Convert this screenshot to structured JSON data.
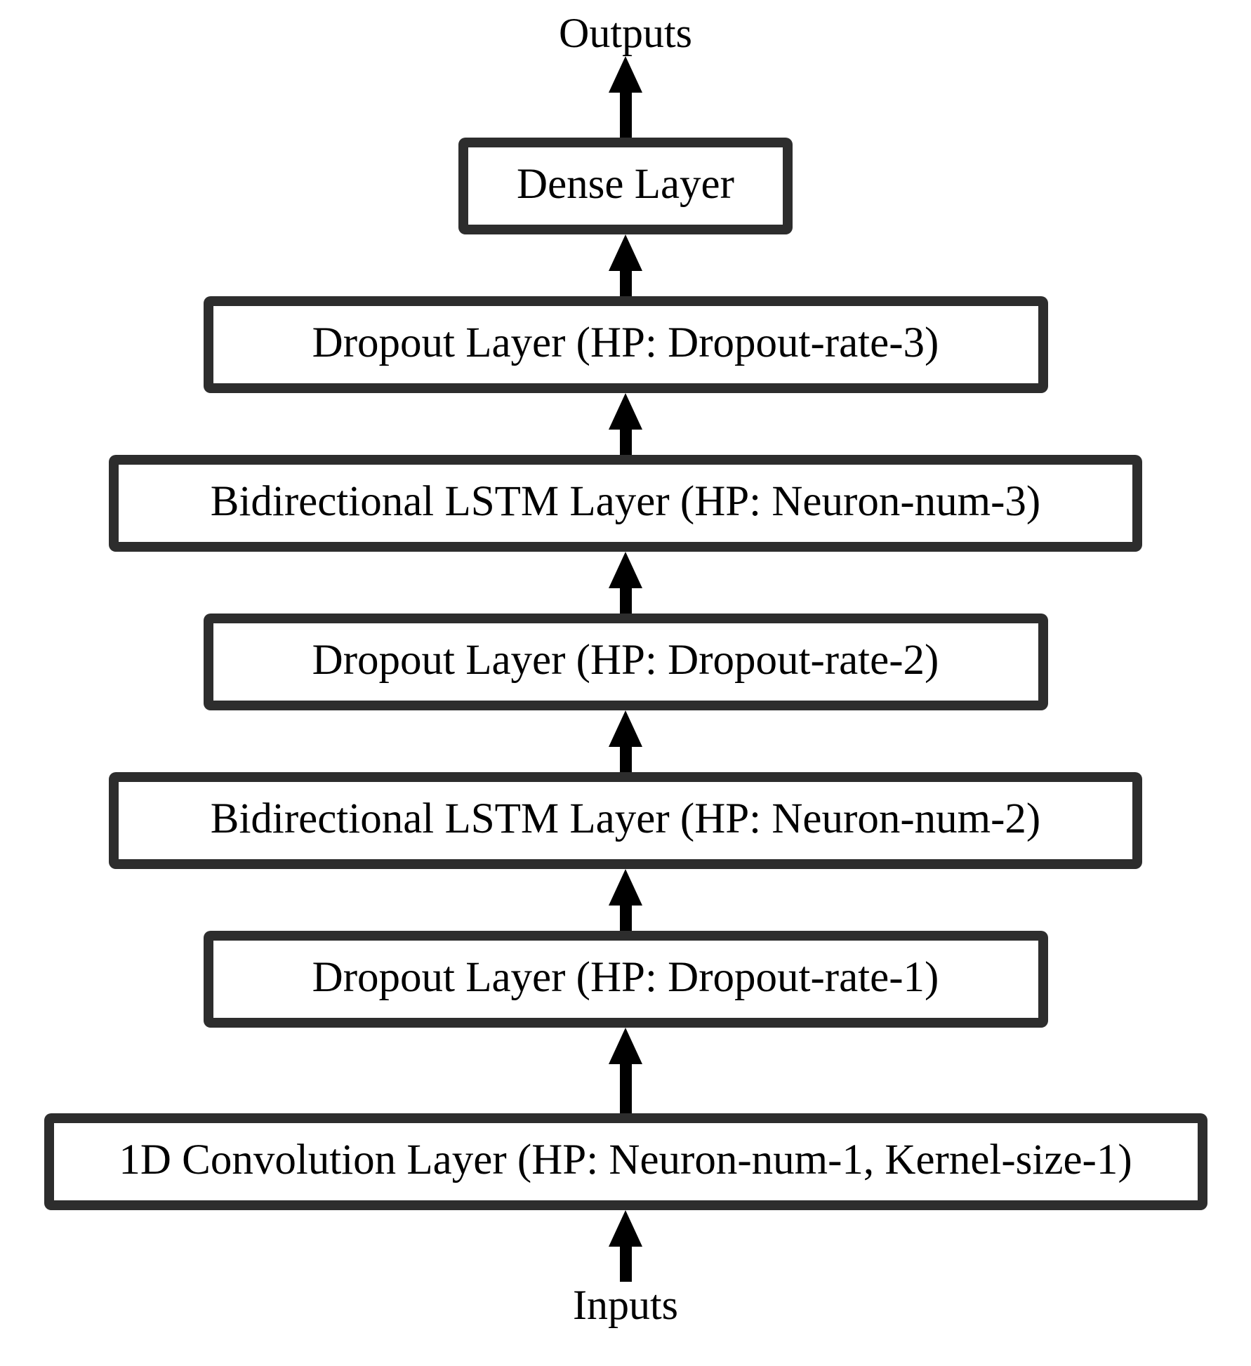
{
  "diagram": {
    "type": "vertical-flow-architecture",
    "outputs_label": "Outputs",
    "inputs_label": "Inputs",
    "flow_direction": "bottom-to-top",
    "arrow_icon": "arrow-up-icon",
    "layers_top_to_bottom": [
      {
        "label": "Dense Layer",
        "width_tier": "small"
      },
      {
        "label": "Dropout Layer (HP: Dropout-rate-3)",
        "width_tier": "medium"
      },
      {
        "label": "Bidirectional LSTM Layer (HP: Neuron-num-3)",
        "width_tier": "large"
      },
      {
        "label": "Dropout Layer (HP: Dropout-rate-2)",
        "width_tier": "medium"
      },
      {
        "label": "Bidirectional LSTM Layer (HP: Neuron-num-2)",
        "width_tier": "large"
      },
      {
        "label": "Dropout Layer (HP: Dropout-rate-1)",
        "width_tier": "medium"
      },
      {
        "label": "1D Convolution Layer (HP: Neuron-num-1, Kernel-size-1)",
        "width_tier": "xlarge"
      }
    ],
    "colors": {
      "background": "#ffffff",
      "box_border": "#2d2d2d",
      "box_fill": "#ffffff",
      "text": "#000000",
      "arrow": "#000000"
    }
  }
}
